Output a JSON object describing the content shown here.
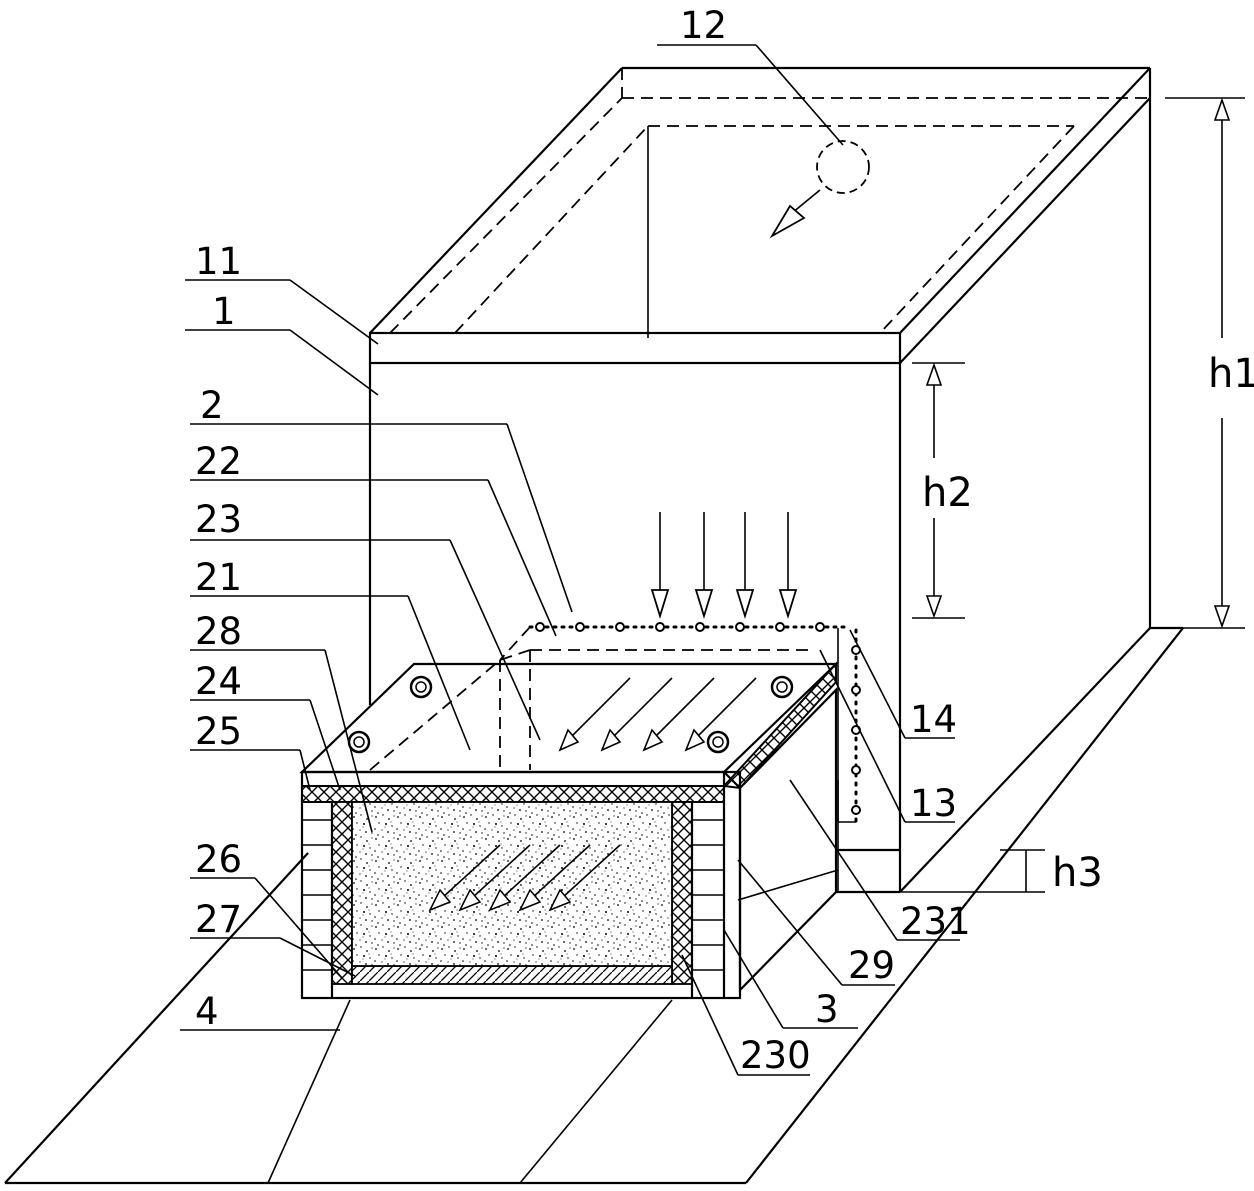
{
  "labels": {
    "l12": "12",
    "l11": "11",
    "l1": "1",
    "l2": "2",
    "l22": "22",
    "l23": "23",
    "l21": "21",
    "l28": "28",
    "l24": "24",
    "l25": "25",
    "l26": "26",
    "l27": "27",
    "l4": "4",
    "l14": "14",
    "l13": "13",
    "l231": "231",
    "l29": "29",
    "l3": "3",
    "l230": "230"
  },
  "dimensions": {
    "h1": "h1",
    "h2": "h2",
    "h3": "h3"
  }
}
